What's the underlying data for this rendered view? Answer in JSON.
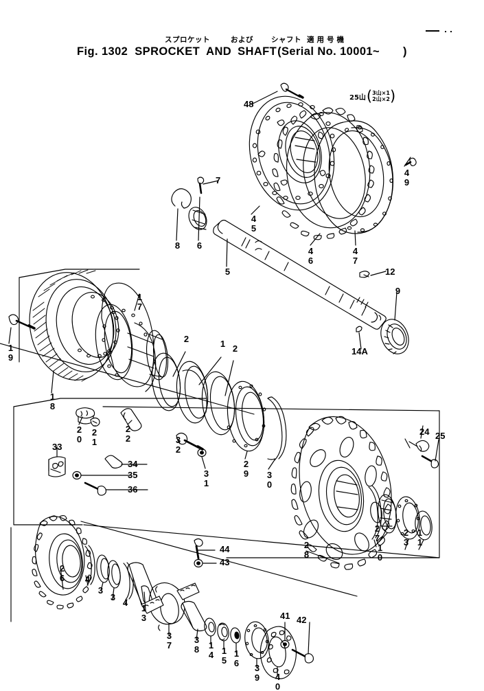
{
  "document": {
    "figure_number": "Fig. 1302",
    "title_en_1": "SPROCKET",
    "title_en_2": "AND",
    "title_en_3": "SHAFT",
    "title_en_serial": "(Serial  No.  10001~",
    "title_paren_close": ")",
    "kana_1": "スプロケット",
    "kana_2": "および",
    "kana_3": "シャフト",
    "kana_4": "適用号機"
  },
  "annotations": {
    "tooth_note_main": "25山",
    "tooth_note_top": "3山×1",
    "tooth_note_bottom": "2山×2",
    "paren_open": "(",
    "paren_close": ")"
  },
  "callouts": [
    {
      "id": "c1",
      "text": "1"
    },
    {
      "id": "c2a",
      "text": "2"
    },
    {
      "id": "c2b",
      "text": "2"
    },
    {
      "id": "c3a",
      "text": "3"
    },
    {
      "id": "c3b",
      "text": "3"
    },
    {
      "id": "c4a",
      "text": "4"
    },
    {
      "id": "c4b",
      "text": "4"
    },
    {
      "id": "c5",
      "text": "5"
    },
    {
      "id": "c6",
      "text": "6"
    },
    {
      "id": "c7",
      "text": "7"
    },
    {
      "id": "c8",
      "text": "8"
    },
    {
      "id": "c9",
      "text": "9"
    },
    {
      "id": "c10",
      "text": "10"
    },
    {
      "id": "c11",
      "text": "11"
    },
    {
      "id": "c12",
      "text": "12"
    },
    {
      "id": "c13",
      "text": "13"
    },
    {
      "id": "c14",
      "text": "14"
    },
    {
      "id": "c14A",
      "text": "14A"
    },
    {
      "id": "c15",
      "text": "15"
    },
    {
      "id": "c16",
      "text": "16"
    },
    {
      "id": "c17",
      "text": "17"
    },
    {
      "id": "c18",
      "text": "18"
    },
    {
      "id": "c19",
      "text": "19"
    },
    {
      "id": "c20",
      "text": "20"
    },
    {
      "id": "c21",
      "text": "21"
    },
    {
      "id": "c22",
      "text": "22"
    },
    {
      "id": "c23",
      "text": "23"
    },
    {
      "id": "c24",
      "text": "24"
    },
    {
      "id": "c25",
      "text": "25"
    },
    {
      "id": "c26",
      "text": "26"
    },
    {
      "id": "c27",
      "text": "27"
    },
    {
      "id": "c28",
      "text": "28"
    },
    {
      "id": "c29",
      "text": "29"
    },
    {
      "id": "c30",
      "text": "30"
    },
    {
      "id": "c31",
      "text": "31"
    },
    {
      "id": "c32",
      "text": "32"
    },
    {
      "id": "c33",
      "text": "33"
    },
    {
      "id": "c34",
      "text": "34"
    },
    {
      "id": "c35",
      "text": "35"
    },
    {
      "id": "c36",
      "text": "36"
    },
    {
      "id": "c37",
      "text": "37"
    },
    {
      "id": "c38",
      "text": "38"
    },
    {
      "id": "c39",
      "text": "39"
    },
    {
      "id": "c40",
      "text": "40"
    },
    {
      "id": "c41",
      "text": "41"
    },
    {
      "id": "c42",
      "text": "42"
    },
    {
      "id": "c43",
      "text": "43"
    },
    {
      "id": "c44",
      "text": "44"
    },
    {
      "id": "c45",
      "text": "45"
    },
    {
      "id": "c46",
      "text": "46"
    },
    {
      "id": "c47",
      "text": "47"
    },
    {
      "id": "c48",
      "text": "48"
    },
    {
      "id": "c49",
      "text": "49"
    }
  ],
  "style": {
    "ink": "#000000",
    "paper": "#ffffff"
  }
}
